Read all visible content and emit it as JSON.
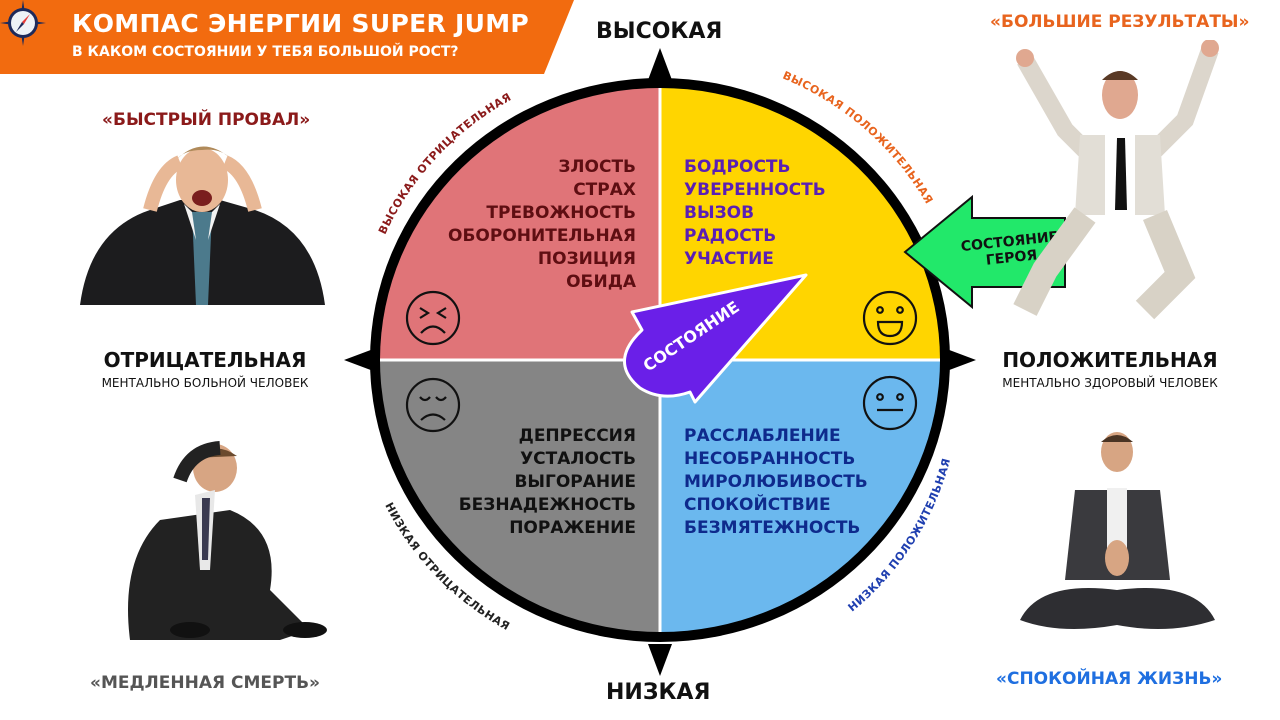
{
  "header": {
    "title": "КОМПАС ЭНЕРГИИ SUPER JUMP",
    "subtitle": "В КАКОМ СОСТОЯНИИ У ТЕБЯ БОЛЬШОЙ РОСТ?",
    "icon": "compass-icon",
    "color": "#F26B0F"
  },
  "axes": {
    "top": "ВЫСОКАЯ",
    "bottom": "НИЗКАЯ",
    "left": {
      "label": "ОТРИЦАТЕЛЬНАЯ",
      "sub": "МЕНТАЛЬНО БОЛЬНОЙ ЧЕЛОВЕК"
    },
    "right": {
      "label": "ПОЛОЖИТЕЛЬНАЯ",
      "sub": "МЕНТАЛЬНО ЗДОРОВЫЙ ЧЕЛОВЕК"
    }
  },
  "quadrants": {
    "high_negative": {
      "arc_label": "ВЫСОКАЯ ОТРИЦАТЕЛЬНАЯ",
      "color": "#E07478",
      "text_color": "#5E0E12",
      "icon": "angry-face-icon",
      "items": [
        "ЗЛОСТЬ",
        "СТРАХ",
        "ТРЕВОЖНОСТЬ",
        "ОБОРОНИТЕЛЬНАЯ",
        "ПОЗИЦИЯ",
        "ОБИДА"
      ]
    },
    "high_positive": {
      "arc_label": "ВЫСОКАЯ ПОЛОЖИТЕЛЬНАЯ",
      "color": "#FFD500",
      "text_color": "#5A1FB5",
      "icon": "happy-face-icon",
      "items": [
        "БОДРОСТЬ",
        "УВЕРЕННОСТЬ",
        "ВЫЗОВ",
        "РАДОСТЬ",
        "УЧАСТИЕ"
      ]
    },
    "low_negative": {
      "arc_label": "НИЗКАЯ ОТРИЦАТЕЛЬНАЯ",
      "color": "#858585",
      "text_color": "#111111",
      "icon": "sad-face-icon",
      "items": [
        "ДЕПРЕССИЯ",
        "УСТАЛОСТЬ",
        "ВЫГОРАНИЕ",
        "БЕЗНАДЕЖНОСТЬ",
        "ПОРАЖЕНИЕ"
      ]
    },
    "low_positive": {
      "arc_label": "НИЗКАЯ ПОЛОЖИТЕЛЬНАЯ",
      "color": "#6BB8EE",
      "text_color": "#0E2A8C",
      "icon": "neutral-face-icon",
      "items": [
        "РАССЛАБЛЕНИЕ",
        "НЕСОБРАННОСТЬ",
        "МИРОЛЮБИВОСТЬ",
        "СПОКОЙСТВИЕ",
        "БЕЗМЯТЕЖНОСТЬ"
      ]
    }
  },
  "pointer": {
    "label": "СОСТОЯНИЕ",
    "color": "#6A1FE8"
  },
  "hero_arrow": {
    "line1": "СОСТОЯНИЕ",
    "line2": "ГЕРОЯ",
    "color": "#22E86A"
  },
  "corners": {
    "top_left": {
      "caption": "«БЫСТРЫЙ ПРОВАЛ»",
      "color": "#8B1A1A",
      "image": "stressed-man-photo"
    },
    "top_right": {
      "caption": "«БОЛЬШИЕ РЕЗУЛЬТАТЫ»",
      "color": "#E8641E",
      "image": "jumping-man-photo"
    },
    "bottom_left": {
      "caption": "«МЕДЛЕННАЯ СМЕРТЬ»",
      "color": "#555555",
      "image": "depressed-man-photo"
    },
    "bottom_right": {
      "caption": "«СПОКОЙНАЯ ЖИЗНЬ»",
      "color": "#1F6FE0",
      "image": "meditating-man-photo"
    }
  }
}
